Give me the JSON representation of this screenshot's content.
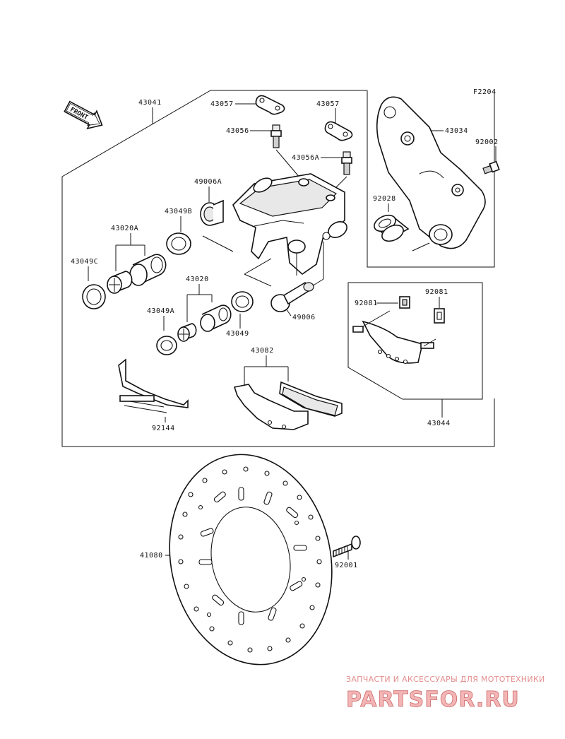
{
  "figure_code": "F2204",
  "front_label": "FRONT",
  "watermark": {
    "tagline": "ЗАПЧАСТИ И АКСЕССУАРЫ ДЛЯ МОТОТЕХНИКИ",
    "logo": "PARTSFOR.RU"
  },
  "parts": {
    "caliper_assy": "43041",
    "bleeder_plate_a": "43057",
    "bleeder_plate_b": "43057",
    "bleeder_valve": "43056",
    "bleeder_valve_a": "43056A",
    "bracket": "43034",
    "bolt_bracket": "92002",
    "collar": "92028",
    "boot_a": "49006A",
    "seal_b": "43049B",
    "piston_a": "43020A",
    "seal_c": "43049C",
    "piston": "43020",
    "seal_a": "43049A",
    "seal": "43049",
    "boot": "49006",
    "pin_a": "92081",
    "pin_b": "92081",
    "pad_holder": "43044",
    "pad_assy": "43082",
    "spring": "92144",
    "disc": "41080",
    "disc_bolt": "92001"
  }
}
